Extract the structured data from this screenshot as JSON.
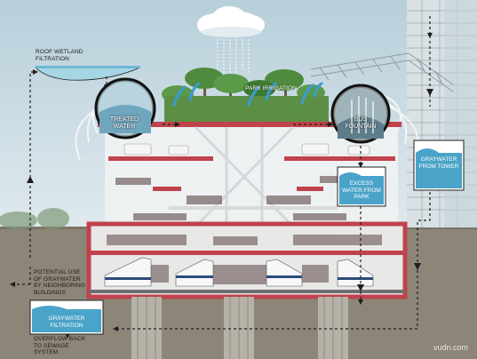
{
  "labels": {
    "roof_wetland": "ROOF WETLAND FILTRATION",
    "park_irrigation": "PARK IRRIGATION",
    "treated_water": "TREATED WATER",
    "bus_fountain": "BUS FOUNTAIN",
    "graywater_from_tower": "GRAYWATER FROM TOWER",
    "excess_water_from_park": "EXCESS WATER FROM PARK",
    "potential_use": "POTENTIAL USE OF GRAYWATER BY NEIGHBORING BUILDINGS",
    "graywater_filtration": "GRAYWATER FILTRATION",
    "overflow": "OVERFLOW BACK TO SEWAGE SYSTEM"
  },
  "watermark": "vudn.com",
  "colors": {
    "sky": "#c9dde6",
    "ground": "#8c8578",
    "structure_red": "#c0424c",
    "water_box": "#4aa3c8",
    "flow_line": "#1e1e1e"
  }
}
